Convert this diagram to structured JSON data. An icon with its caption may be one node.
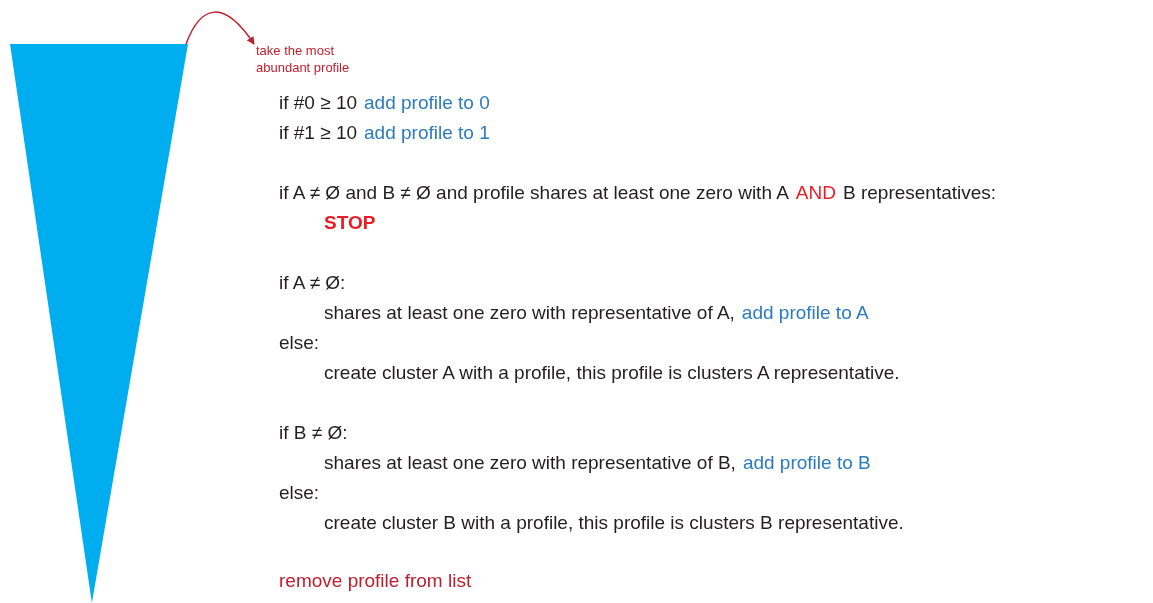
{
  "diagram": {
    "nodes": [
      {
        "text": [],
        "shape": "triangle"
      },
      {
        "text": [
          "take the most abundant profile"
        ]
      }
    ],
    "edges": [
      {
        "from": 0,
        "to": 1,
        "arrow": "to",
        "color": "#be1e2d"
      }
    ],
    "labels": [
      "if #0 ≥ 10",
      "add profile to 0",
      "if #1 ≥ 10",
      "add profile to 1",
      "if A ≠ Ø and B ≠ Ø and profile shares at least one zero with A",
      "AND",
      "B representatives:",
      "STOP",
      "if A ≠ Ø:",
      "shares at least one zero with representative of A,",
      "add profile to A",
      "else:",
      "create cluster A with a profile, this profile is clusters A representative.",
      "if B ≠ Ø:",
      "shares at least one zero with representative of B,",
      "add profile to B",
      "else:",
      "create cluster B with a profile, this profile is clusters B representative.",
      "remove profile from list"
    ]
  }
}
